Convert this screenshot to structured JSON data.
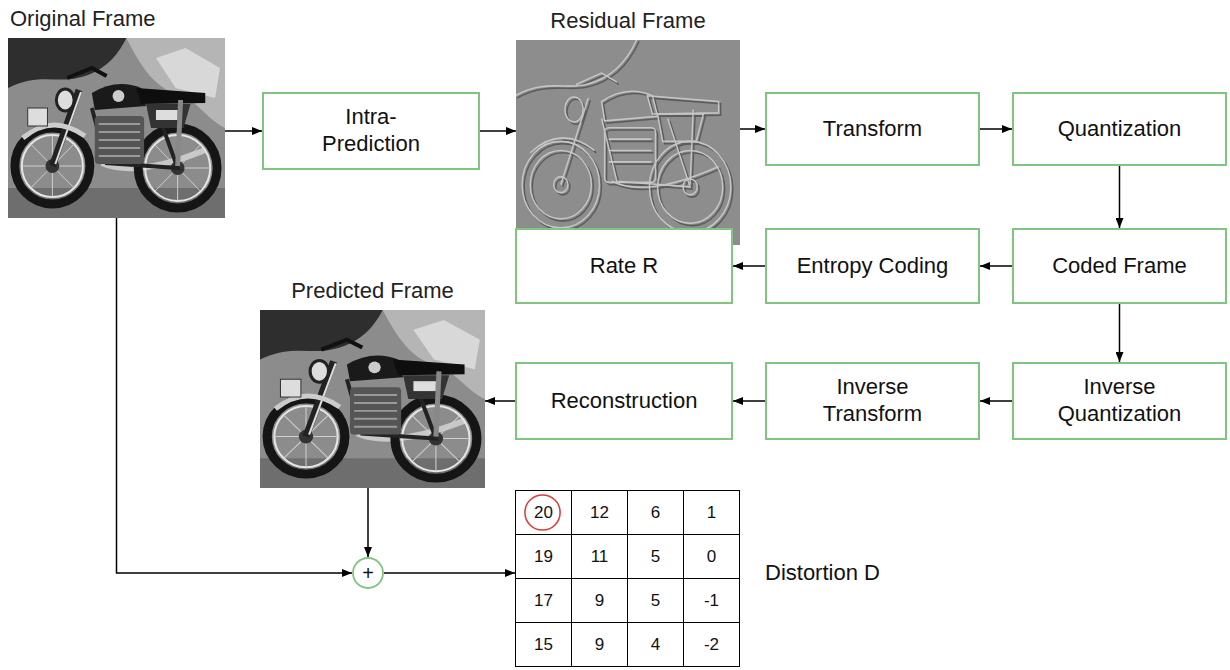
{
  "diagram": {
    "nodes": [
      {
        "text": [
          "Original Frame"
        ]
      },
      {
        "text": [
          "Intra-Prediction"
        ]
      },
      {
        "text": [
          "Residual Frame"
        ]
      },
      {
        "text": [
          "Transform"
        ]
      },
      {
        "text": [
          "Quantization"
        ]
      },
      {
        "text": [
          "Rate R"
        ]
      },
      {
        "text": [
          "Entropy Coding"
        ]
      },
      {
        "text": [
          "Coded Frame"
        ]
      },
      {
        "text": [
          "Predicted Frame"
        ]
      },
      {
        "text": [
          "Reconstruction"
        ]
      },
      {
        "text": [
          "Inverse Transform"
        ]
      },
      {
        "text": [
          "Inverse Quantization"
        ]
      },
      {
        "text": [
          "+"
        ]
      },
      {
        "text": [
          "20",
          "12",
          "6",
          "1",
          "19",
          "11",
          "5",
          "0",
          "17",
          "9",
          "5",
          "-1",
          "15",
          "9",
          "4",
          "-2"
        ]
      }
    ],
    "edges": [
      {
        "from": 0,
        "to": 1,
        "arrow": "to"
      },
      {
        "from": 1,
        "to": 2,
        "arrow": "to"
      },
      {
        "from": 2,
        "to": 3,
        "arrow": "to"
      },
      {
        "from": 3,
        "to": 4,
        "arrow": "to"
      },
      {
        "from": 4,
        "to": 7,
        "arrow": "to"
      },
      {
        "from": 7,
        "to": 6,
        "arrow": "to"
      },
      {
        "from": 6,
        "to": 5,
        "arrow": "to"
      },
      {
        "from": 7,
        "to": 11,
        "arrow": "to"
      },
      {
        "from": 11,
        "to": 10,
        "arrow": "to"
      },
      {
        "from": 10,
        "to": 9,
        "arrow": "to"
      },
      {
        "from": 9,
        "to": 8,
        "arrow": "to"
      },
      {
        "from": 8,
        "to": 12,
        "arrow": "to"
      },
      {
        "from": 0,
        "to": 12,
        "arrow": "to"
      },
      {
        "from": 12,
        "to": 13,
        "arrow": "to"
      }
    ],
    "labels": [
      "Distortion D"
    ]
  }
}
